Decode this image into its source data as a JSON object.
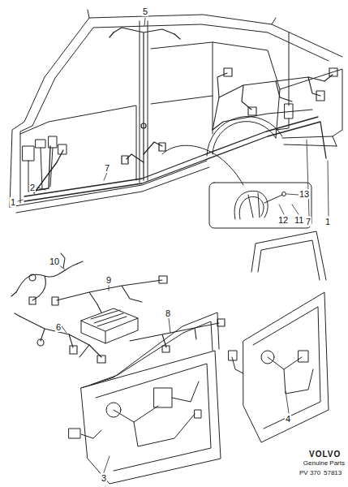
{
  "diagram": {
    "labels": [
      "5",
      "7",
      "2",
      "1",
      "13",
      "7",
      "1",
      "12",
      "11",
      "10",
      "9",
      "8",
      "6",
      "4",
      "3",
      "VOLVO",
      "Genuine Parts",
      "PV 370",
      "57813"
    ]
  }
}
